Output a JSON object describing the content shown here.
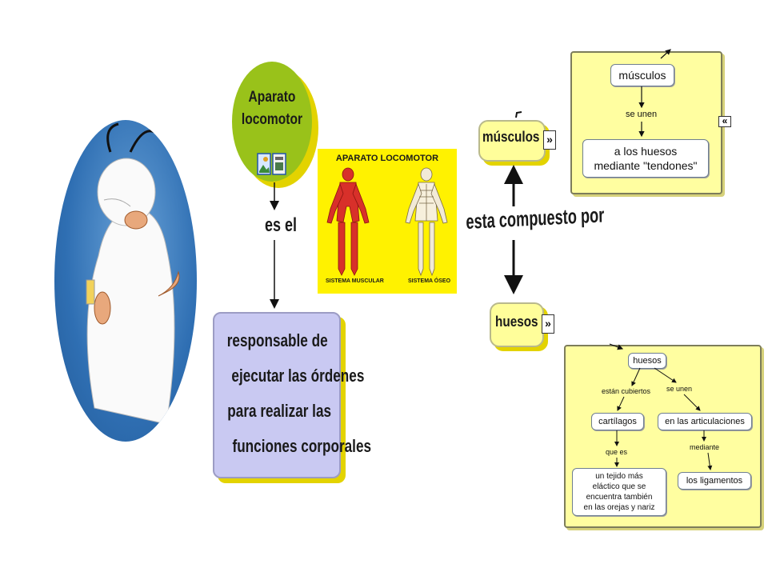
{
  "main_concept": {
    "title_line1": "Aparato",
    "title_line2": "locomotor"
  },
  "link_es_el": "es el",
  "definition": {
    "line1": "responsable de",
    "line2": "ejecutar las órdenes",
    "line3": "para realizar las",
    "line4": "funciones corporales"
  },
  "image": {
    "title": "APARATO  LOCOMOTOR",
    "caption_left": "SISTEMA MUSCULAR",
    "caption_right": "SISTEMA ÓSEO"
  },
  "link_compuesto": "esta compuesto por",
  "nodes": {
    "musculos": "músculos",
    "huesos": "huesos",
    "expand_icon": "»"
  },
  "panel_musculos": {
    "node_top": "músculos",
    "link": "se unen",
    "node_bottom_line1": "a los huesos",
    "node_bottom_line2": "mediante \"tendones\"",
    "collapse_icon": "«"
  },
  "panel_huesos": {
    "node_huesos": "huesos",
    "link_cubiertos": "están cubiertos",
    "link_se_unen": "se unen",
    "node_cartilagos": "cartílagos",
    "node_articulaciones": "en las articulaciones",
    "link_que_es": "que es",
    "link_mediante": "mediante",
    "node_tejido_line1": "un tejido más",
    "node_tejido_line2": "eláctico que se",
    "node_tejido_line3": "encuentra  también",
    "node_tejido_line4": "en las orejas y nariz",
    "node_ligamentos": "los ligamentos"
  },
  "colors": {
    "green_circle": "#99c21a",
    "yellow_shadow": "#e3d300",
    "lavender_box": "#c9c9f2",
    "node_yellow": "#fffe9a",
    "panel_yellow": "#fffea0",
    "oval_blue": "#2f6fb3"
  }
}
